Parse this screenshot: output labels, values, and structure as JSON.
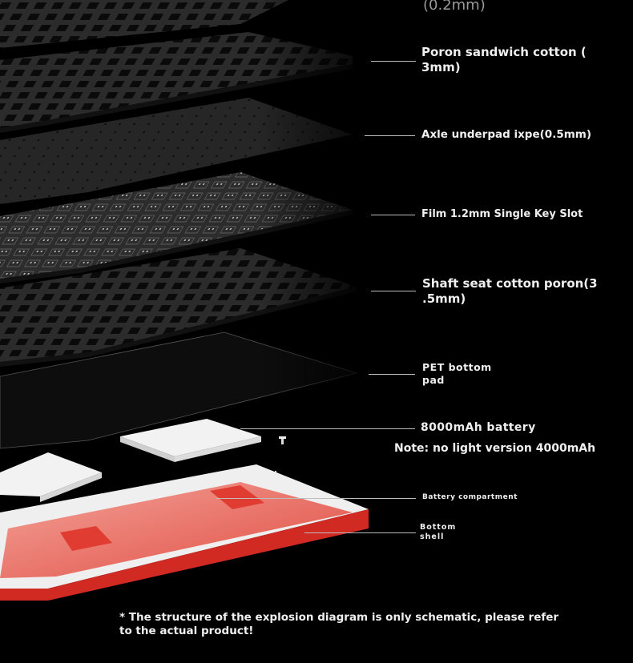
{
  "diagram": {
    "type": "exploded-view",
    "subject": "keyboard internal layer structure",
    "layers": [
      {
        "id": "top",
        "label": "(0.2mm)"
      },
      {
        "id": "poron",
        "label": "Poron sandwich cotton (\n3mm)"
      },
      {
        "id": "axle",
        "label": "Axle underpad ixpe(0.5mm)"
      },
      {
        "id": "film",
        "label": "Film 1.2mm Single Key Slot"
      },
      {
        "id": "shaft",
        "label": "Shaft seat cotton poron(3\n.5mm)"
      },
      {
        "id": "pet",
        "label": "PET bottom\npad"
      },
      {
        "id": "battery",
        "label": "8000mAh battery"
      },
      {
        "id": "compartment",
        "label": "Battery compartment"
      },
      {
        "id": "shell",
        "label": "Bottom\nshell"
      }
    ],
    "note": "Note: no light version 4000mAh",
    "footnote": "* The structure of the explosion diagram is only schematic, please refer\nto the actual product!",
    "colors": {
      "background": "#000000",
      "plate": "#2a2a2a",
      "battery": "#e8e8e8",
      "shell_red": "#d8342c",
      "shell_white": "#eeeeee",
      "text": "#efefef"
    }
  }
}
